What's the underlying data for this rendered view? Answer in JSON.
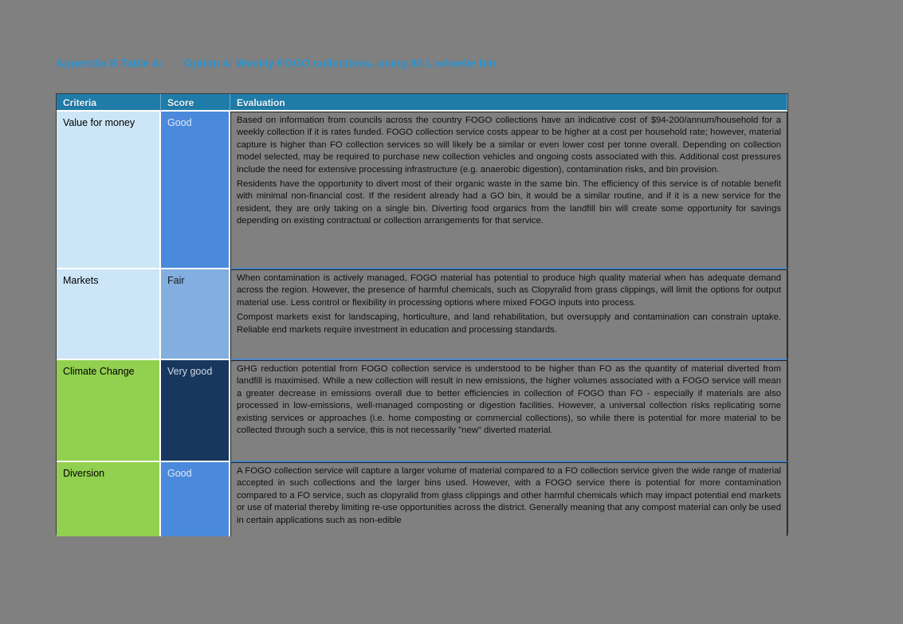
{
  "page": {
    "background_color": "#808080"
  },
  "title": {
    "label": "Appendix B Table 4:",
    "caption": "Option 4: Weekly FOGO collections, using 80 L wheelie bin",
    "color": "#2b93cf"
  },
  "table": {
    "columns": [
      "Criteria",
      "Score",
      "Evaluation"
    ],
    "colors": {
      "header_bg": "#1f7ca8",
      "criteria_lightblue_bg": "#cde6f7",
      "criteria_green_bg": "#92d050",
      "score_good_bg": "#4a89dc",
      "score_fair_bg": "#82aee0",
      "score_verygood_bg": "#17375e",
      "bottom_border": "#4a86c8"
    },
    "rows": [
      {
        "criteria": "Value for money",
        "score": "Good",
        "paragraphs": [
          "Based on information from councils across the country FOGO collections have an indicative cost of $94-200/annum/household for a weekly collection if it is rates funded. FOGO collection service costs appear to be higher at a cost per household rate; however, material capture is higher than FO collection services so will likely be a similar or even lower cost per tonne overall. Depending on collection model selected, may be required to purchase new collection vehicles and ongoing costs associated with this. Additional cost pressures include the need for extensive processing infrastructure (e.g. anaerobic digestion), contamination risks, and bin provision.",
          "Residents have the opportunity to divert most of their organic waste in the same bin. The efficiency of this service is of notable benefit with minimal non-financial cost. If the resident already had a GO bin, it would be a similar routine, and if it is a new service for the resident, they are only taking on a single bin. Diverting food organics from the landfill bin will create some opportunity for savings depending on existing contractual or collection arrangements for that service."
        ]
      },
      {
        "criteria": "Markets",
        "score": "Fair",
        "paragraphs": [
          "When contamination is actively managed, FOGO material has potential to produce high quality material when has adequate demand across the region. However, the presence of harmful chemicals, such as Clopyralid from grass clippings, will limit the options for output material use. Less control or flexibility in processing options where mixed FOGO inputs into process.",
          "Compost markets exist for landscaping, horticulture, and land rehabilitation, but oversupply and contamination can constrain uptake. Reliable end markets require investment in education and processing standards."
        ]
      },
      {
        "criteria": "Climate Change",
        "score": "Very good",
        "paragraphs": [
          "GHG reduction potential from FOGO collection service is understood to be higher than FO as the quantity of material diverted from landfill is maximised. While a new collection will result in new emissions, the higher volumes associated with a FOGO service will mean a greater decrease in emissions overall due to better efficiencies in collection of FOGO than FO - especially if materials are also processed in low-emissions, well-managed composting or digestion facilities. However, a universal collection risks replicating some existing services or approaches (i.e. home composting or commercial collections), so while there is potential for more material to be collected through such a service, this is not necessarily \"new\" diverted material."
        ]
      },
      {
        "criteria": "Diversion",
        "score": "Good",
        "paragraphs": [
          "A FOGO collection service will capture a larger volume of material compared to a FO collection service given the wide range of material accepted in such collections and the larger bins used. However, with a FOGO service there is potential for more contamination compared to a FO service, such as clopyralid from glass clippings and other harmful chemicals which may impact potential end markets or use of material thereby limiting re-use opportunities across the district. Generally meaning that any compost material can only be used in certain applications such as non-edible"
        ]
      }
    ]
  }
}
